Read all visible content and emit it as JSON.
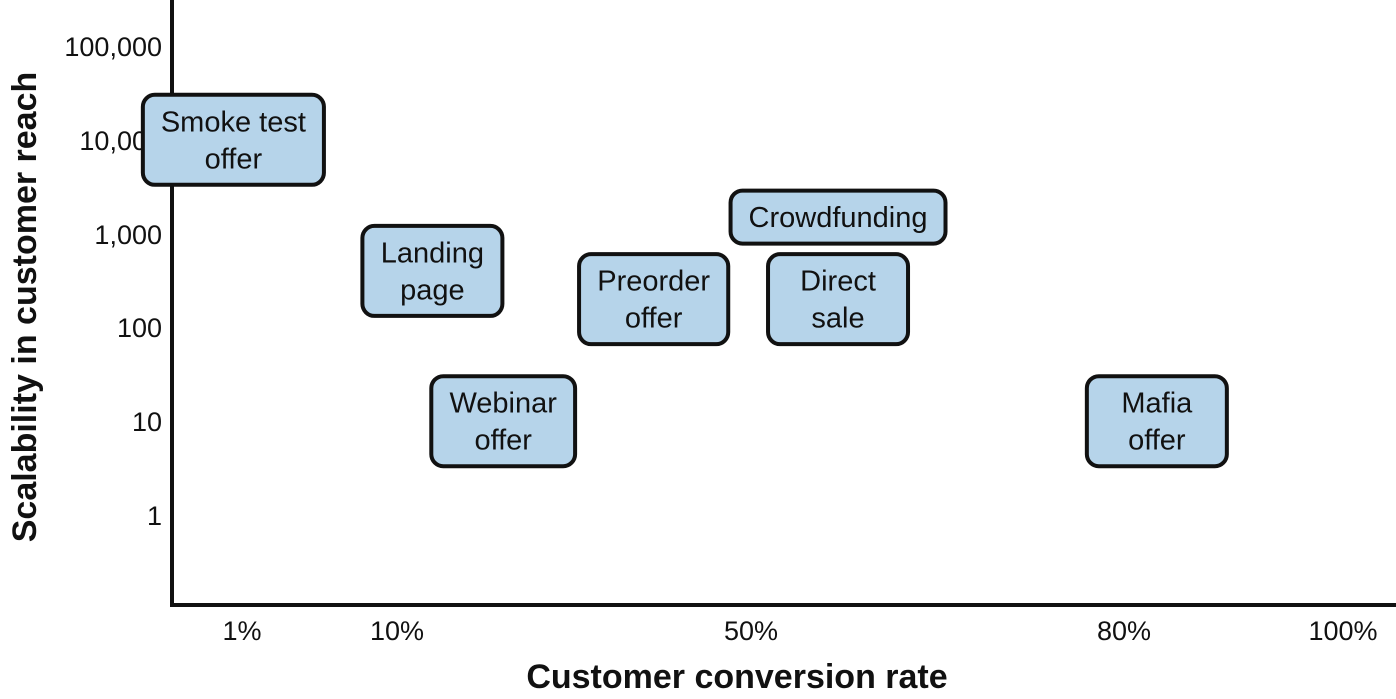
{
  "chart_data": {
    "type": "scatter",
    "xlabel": "Customer conversion rate",
    "ylabel": "Scalability in customer reach",
    "x_ticks": [
      "1%",
      "10%",
      "50%",
      "80%",
      "100%"
    ],
    "y_ticks": [
      "1",
      "10",
      "100",
      "1,000",
      "10,000",
      "100,000"
    ],
    "y_scale": "log",
    "ylim": [
      0.1,
      1000000
    ],
    "grid": false,
    "box_color": "#b6d4ea",
    "points": [
      {
        "label": [
          "Smoke test",
          "offer"
        ],
        "x": 0.5,
        "y": 10000
      },
      {
        "label": [
          "Landing",
          "page"
        ],
        "x": 14,
        "y": 400
      },
      {
        "label": [
          "Webinar",
          "offer"
        ],
        "x": 22,
        "y": 10
      },
      {
        "label": [
          "Preorder",
          "offer"
        ],
        "x": 39,
        "y": 200
      },
      {
        "label": [
          "Crowdfunding"
        ],
        "x": 57,
        "y": 1500
      },
      {
        "label": [
          "Direct",
          "sale"
        ],
        "x": 57,
        "y": 200
      },
      {
        "label": [
          "Mafia",
          "offer"
        ],
        "x": 83,
        "y": 10
      }
    ]
  }
}
